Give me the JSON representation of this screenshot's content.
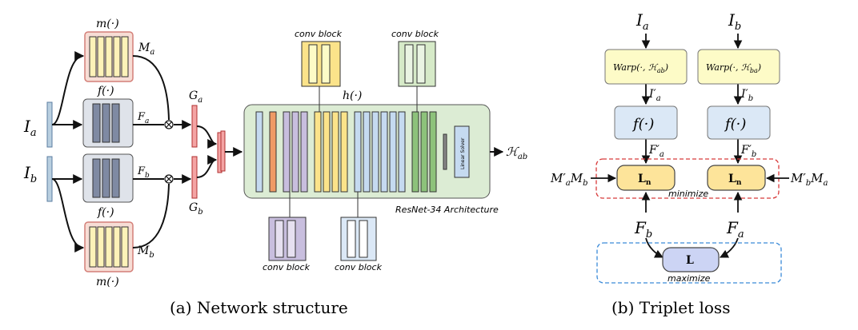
{
  "diagram": {
    "network": {
      "input_a": "I",
      "input_a_sub": "a",
      "input_b": "I",
      "input_b_sub": "b",
      "mask_fn_top": "m(·)",
      "mask_fn_bottom": "m(·)",
      "mask_a": "M",
      "mask_a_sub": "a",
      "mask_b": "M",
      "mask_b_sub": "b",
      "feat_fn_top": "f(·)",
      "feat_fn_bottom": "f(·)",
      "feat_a": "F",
      "feat_a_sub": "a",
      "feat_b": "F",
      "feat_b_sub": "b",
      "g_a": "G",
      "g_a_sub": "a",
      "g_b": "G",
      "g_b_sub": "b",
      "h_fn": "h(·)",
      "linear_solver": "Linear Solver",
      "conv_block_top1": "conv block",
      "conv_block_top2": "conv block",
      "conv_block_bottom1": "conv block",
      "conv_block_bottom2": "conv block",
      "arch_label": "ResNet-34 Architecture",
      "output": "ℋ",
      "output_sub": "ab",
      "caption": "(a) Network structure"
    },
    "triplet": {
      "input_a": "I",
      "input_a_sub": "a",
      "input_b": "I",
      "input_b_sub": "b",
      "warp_a": "Warp(·, ℋ",
      "warp_a_sub": "ab",
      "warp_b": "Warp(·, ℋ",
      "warp_b_sub": "ba",
      "warped_a": "I′",
      "warped_a_sub": "a",
      "warped_b": "I′",
      "warped_b_sub": "b",
      "f_a": "f(·)",
      "f_b": "f(·)",
      "feat_a": "F′",
      "feat_a_sub": "a",
      "feat_b": "F′",
      "feat_b_sub": "b",
      "ln": "L",
      "ln_sub": "n",
      "mask_left": "M′",
      "mask_left_sub1": "a",
      "mask_left_m": "M",
      "mask_left_sub2": "b",
      "mask_right": "M′",
      "mask_right_sub1": "b",
      "mask_right_m": "M",
      "mask_right_sub2": "a",
      "minimize": "minimize",
      "fb": "F",
      "fb_sub": "b",
      "fa": "F",
      "fa_sub": "a",
      "l": "L",
      "maximize": "maximize",
      "caption": "(b) Triplet loss"
    }
  },
  "colors": {
    "input_bar": "#b9cfe0",
    "mask_bg": "#f7ddd5",
    "mask_border": "#d47f78",
    "mask_bar": "#fdf2b8",
    "feat_bg": "#dfe3ea",
    "feat_bar": "#7f8aa3",
    "resnet_bg": "#dcecd4",
    "red_bar": "#f4a4a4",
    "yellow": "#fbe38a",
    "light_yellow": "#fdfbc7",
    "green_box": "#d6eac8",
    "green_bar": "#8dc27b",
    "purple": "#c8bede",
    "blue_bar": "#c5daf0",
    "light_blue_box": "#dbe8f6",
    "orange": "#ef9a66",
    "ln_fill": "#fde49a",
    "l_fill": "#ccd4f4",
    "minimize_border": "#d83a3a",
    "maximize_border": "#3a8ad8"
  }
}
